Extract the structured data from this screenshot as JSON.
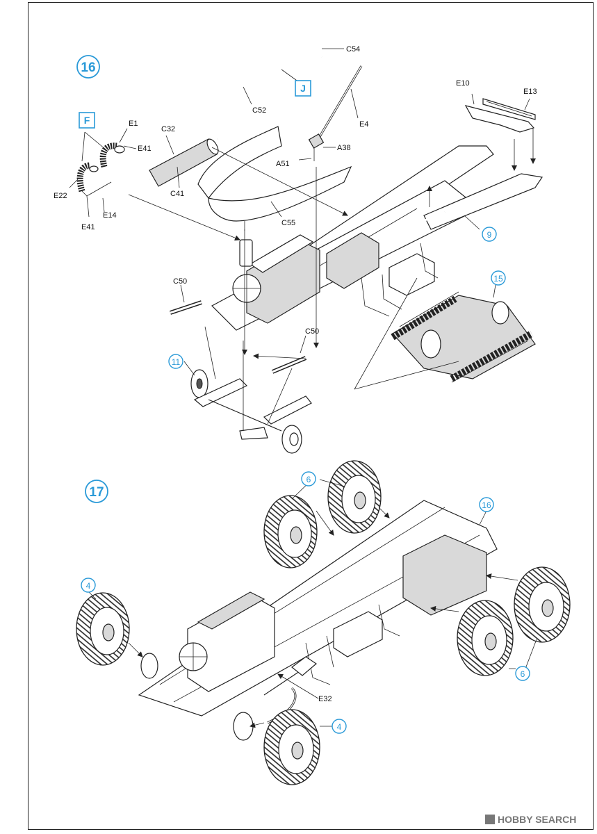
{
  "steps": [
    {
      "number": "16",
      "ref_boxes": [
        "F",
        "J"
      ]
    },
    {
      "number": "17"
    }
  ],
  "step16_parts": {
    "c54": "C54",
    "j_box": "J",
    "c52": "C52",
    "e4": "E4",
    "e10": "E10",
    "e13": "E13",
    "f_box": "F",
    "e1": "E1",
    "c32": "C32",
    "e41_top": "E41",
    "a38": "A38",
    "a51": "A51",
    "c41": "C41",
    "e22": "E22",
    "e14": "E14",
    "e41_bottom": "E41",
    "c55": "C55",
    "c50_left": "C50",
    "c50_right": "C50"
  },
  "step16_refs": {
    "ref9": "9",
    "ref15": "15",
    "ref11": "11"
  },
  "step17_refs": {
    "ref6_top": "6",
    "ref16": "16",
    "ref4_left": "4",
    "ref6_right": "6",
    "ref4_bottom": "4"
  },
  "step17_parts": {
    "e32": "E32"
  },
  "watermark": {
    "text": "HOBBY SEARCH"
  },
  "colors": {
    "accent": "#2a9ad8",
    "line": "#222222",
    "watermark": "#777777"
  }
}
